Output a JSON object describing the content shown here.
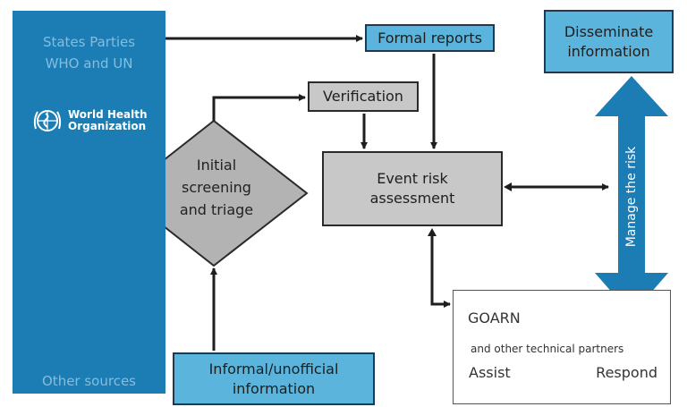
{
  "sidebar": {
    "line1": "States Parties",
    "line2": "WHO and UN",
    "footer": "Other sources",
    "logo_line1": "World Health",
    "logo_line2": "Organization"
  },
  "nodes": {
    "formal_reports": "Formal reports",
    "verification": "Verification",
    "disseminate_line1": "Disseminate",
    "disseminate_line2": "information",
    "screening_line1": "Initial",
    "screening_line2": "screening",
    "screening_line3": "and triage",
    "event_risk_line1": "Event risk",
    "event_risk_line2": "assessment",
    "informal_line1": "Informal/unofficial",
    "informal_line2": "information",
    "manage_risk": "Manage the risk"
  },
  "goarn": {
    "title": "GOARN",
    "partners": "and other technical partners",
    "assist": "Assist",
    "respond": "Respond"
  },
  "colors": {
    "sidebar_blue": "#1b7db3",
    "box_blue": "#5ab4dc",
    "box_grey": "#c8c8c8",
    "arrow_blue": "#1b7db3"
  }
}
